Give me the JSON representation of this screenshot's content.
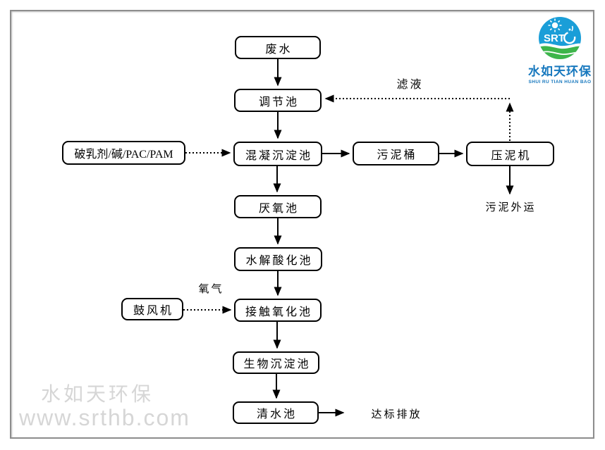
{
  "logo": {
    "acronym": "SRT",
    "company_cn": "水如天环保",
    "company_en": "SHUI RU TIAN HUAN BAO"
  },
  "watermark": {
    "line1": "水如天环保",
    "line2": "www.srthb.com"
  },
  "flowchart": {
    "nodes": [
      {
        "id": "wastewater",
        "label": "废水"
      },
      {
        "id": "regulating-tank",
        "label": "调节池"
      },
      {
        "id": "coagulation-sedimentation-tank",
        "label": "混凝沉淀池"
      },
      {
        "id": "anaerobic-tank",
        "label": "厌氧池"
      },
      {
        "id": "hydrolysis-acidification-tank",
        "label": "水解酸化池"
      },
      {
        "id": "contact-oxidation-tank",
        "label": "接触氧化池"
      },
      {
        "id": "biological-sedimentation-tank",
        "label": "生物沉淀池"
      },
      {
        "id": "clean-water-tank",
        "label": "清水池"
      },
      {
        "id": "dosing-agents",
        "label": "破乳剂/碱/PAC/PAM"
      },
      {
        "id": "blower",
        "label": "鼓风机"
      },
      {
        "id": "sludge-bucket",
        "label": "污泥桶"
      },
      {
        "id": "sludge-press",
        "label": "压泥机"
      }
    ],
    "edge_labels": {
      "filtrate": "滤液",
      "oxygen": "氧气",
      "sludge_out": "污泥外运",
      "discharge": "达标排放"
    }
  },
  "colors": {
    "logo_blue": "#1a9ed8",
    "logo_green": "#3db54a",
    "logo_text_blue": "#1778be",
    "line_black": "#000000",
    "watermark_gray": "#d6d6d6"
  }
}
